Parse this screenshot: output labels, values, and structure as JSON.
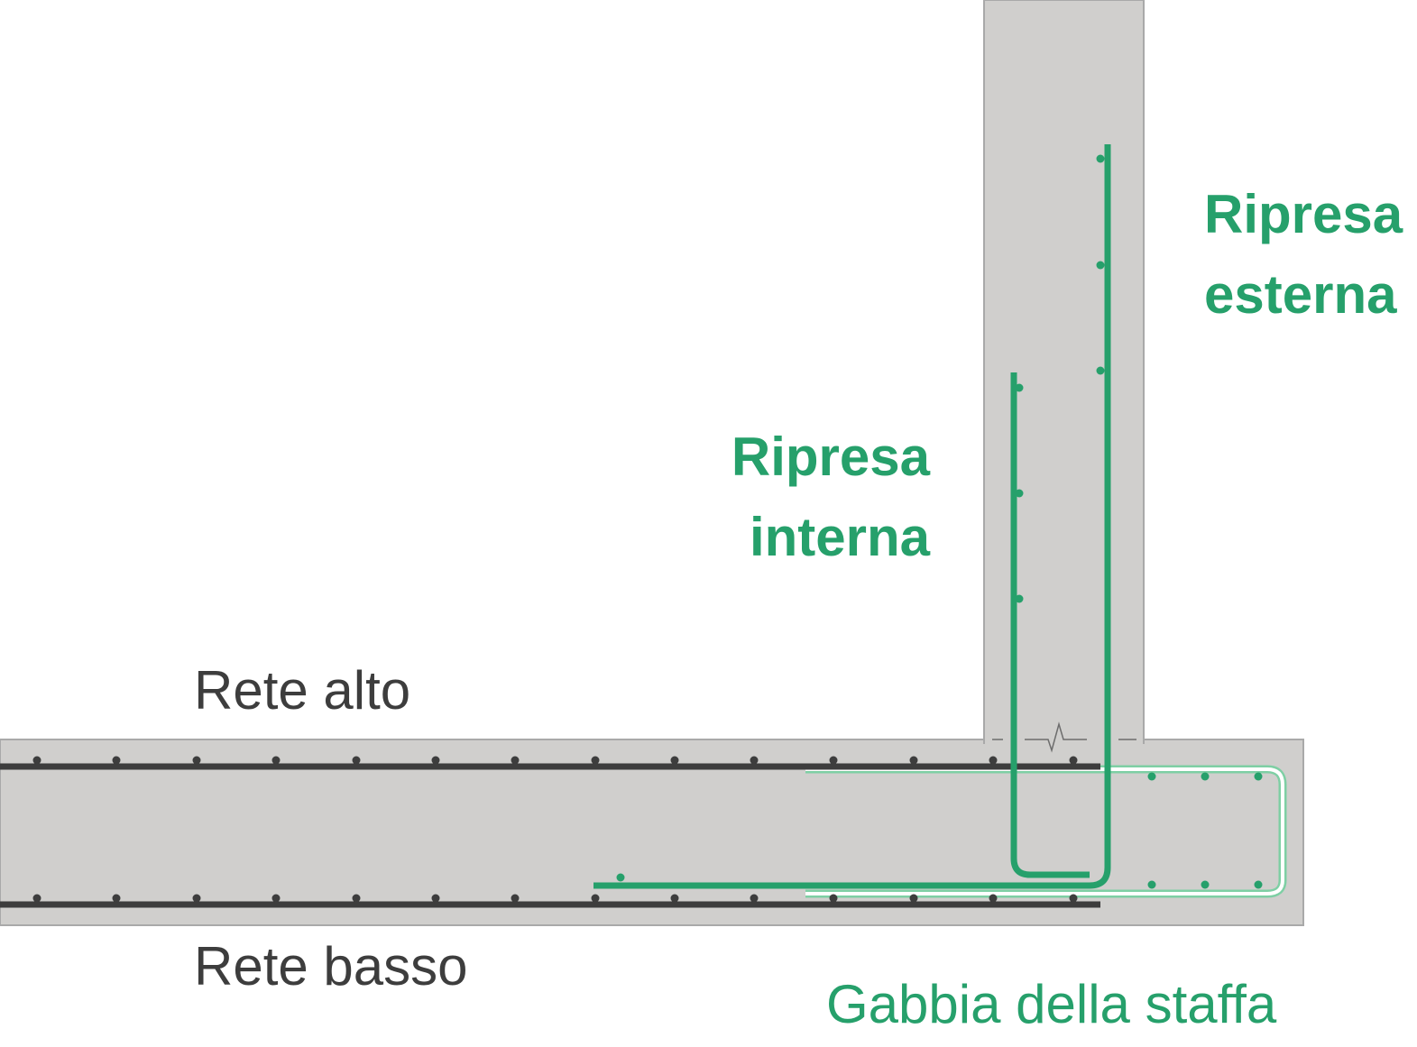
{
  "labels": {
    "rete_alto": "Rete alto",
    "rete_basso": "Rete basso",
    "ripresa_esterna_line1": "Ripresa",
    "ripresa_esterna_line2": "esterna",
    "ripresa_interna_line1": "Ripresa",
    "ripresa_interna_line2": "interna",
    "gabbia_staffa": "Gabbia della staffa"
  },
  "colors": {
    "concrete": "#d0cfcd",
    "concrete_outline": "#a9a9a9",
    "rebar_dark": "#3d3d3d",
    "rebar_green": "#26a06b",
    "cage_green": "#7ecfa4",
    "text_dark": "#3d3d3d"
  }
}
